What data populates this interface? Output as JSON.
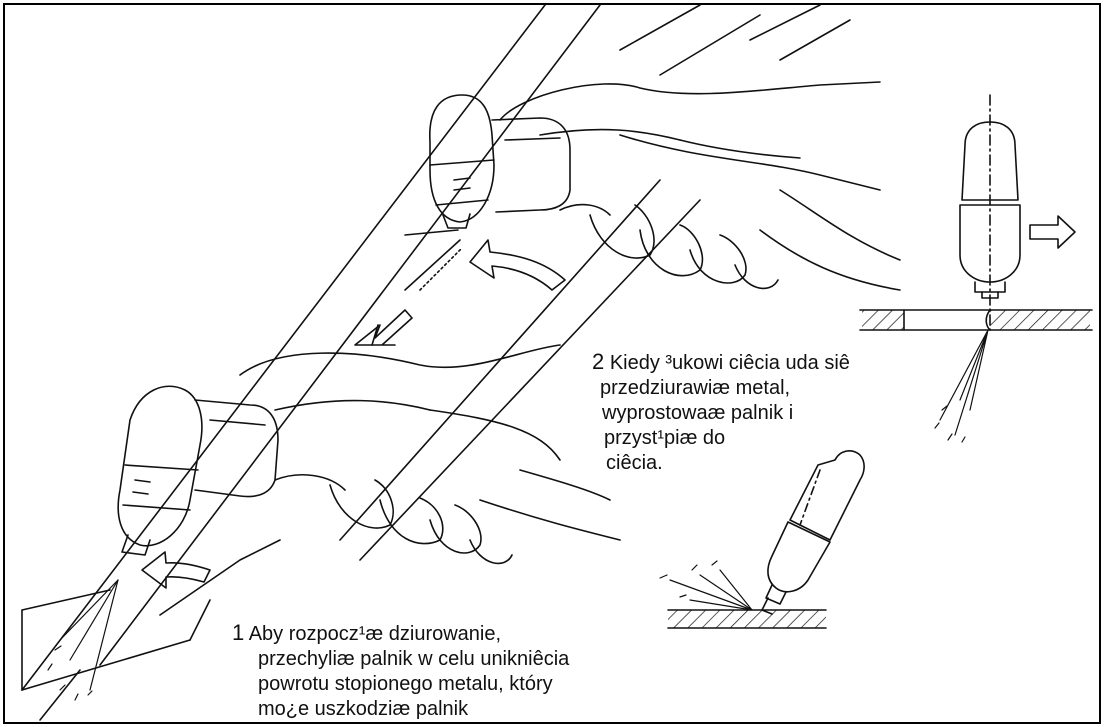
{
  "step2": {
    "number": "2",
    "lines": [
      "Kiedy ³ukowi ciêcia uda siê",
      "przedziurawiæ metal,",
      "wyprostowaæ palnik i",
      "przyst¹piæ do",
      "ciêcia."
    ]
  },
  "step1": {
    "number": "1",
    "lines": [
      "Aby rozpocz¹æ dziurowanie,",
      "przechyliæ palnik w celu unikniêcia",
      "powrotu stopionego metalu, który",
      "mo¿e uszkodziæ palnik"
    ]
  }
}
